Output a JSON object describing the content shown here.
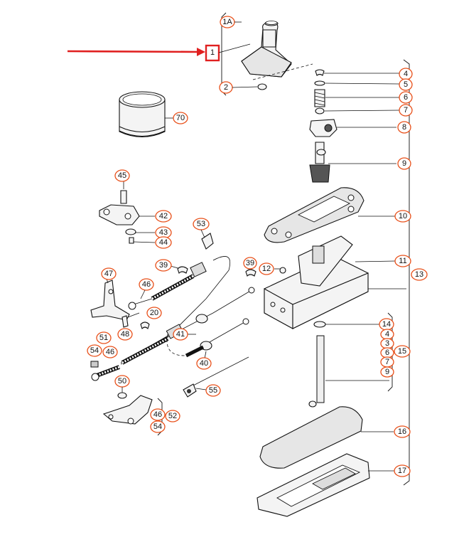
{
  "highlight_color": "#e02020",
  "callout_color": "#e8501a",
  "callouts": {
    "c_1A": "1A",
    "c_1": "1",
    "c_2": "2",
    "c_70": "70",
    "c_4a": "4",
    "c_5a": "5",
    "c_6a": "6",
    "c_7a": "7",
    "c_8": "8",
    "c_9a": "9",
    "c_10": "10",
    "c_11": "11",
    "c_13": "13",
    "c_45": "45",
    "c_42": "42",
    "c_43": "43",
    "c_44": "44",
    "c_53": "53",
    "c_39a": "39",
    "c_39b": "39",
    "c_12": "12",
    "c_47": "47",
    "c_46a": "46",
    "c_20": "20",
    "c_41": "41",
    "c_51": "51",
    "c_48": "48",
    "c_54a": "54",
    "c_46b": "46",
    "c_40": "40",
    "c_14": "14",
    "c_4b": "4",
    "c_3": "3",
    "c_6b": "6",
    "c_7b": "7",
    "c_9b": "9",
    "c_15": "15",
    "c_50": "50",
    "c_55": "55",
    "c_46c": "46",
    "c_52": "52",
    "c_54b": "54",
    "c_16": "16",
    "c_17": "17"
  }
}
